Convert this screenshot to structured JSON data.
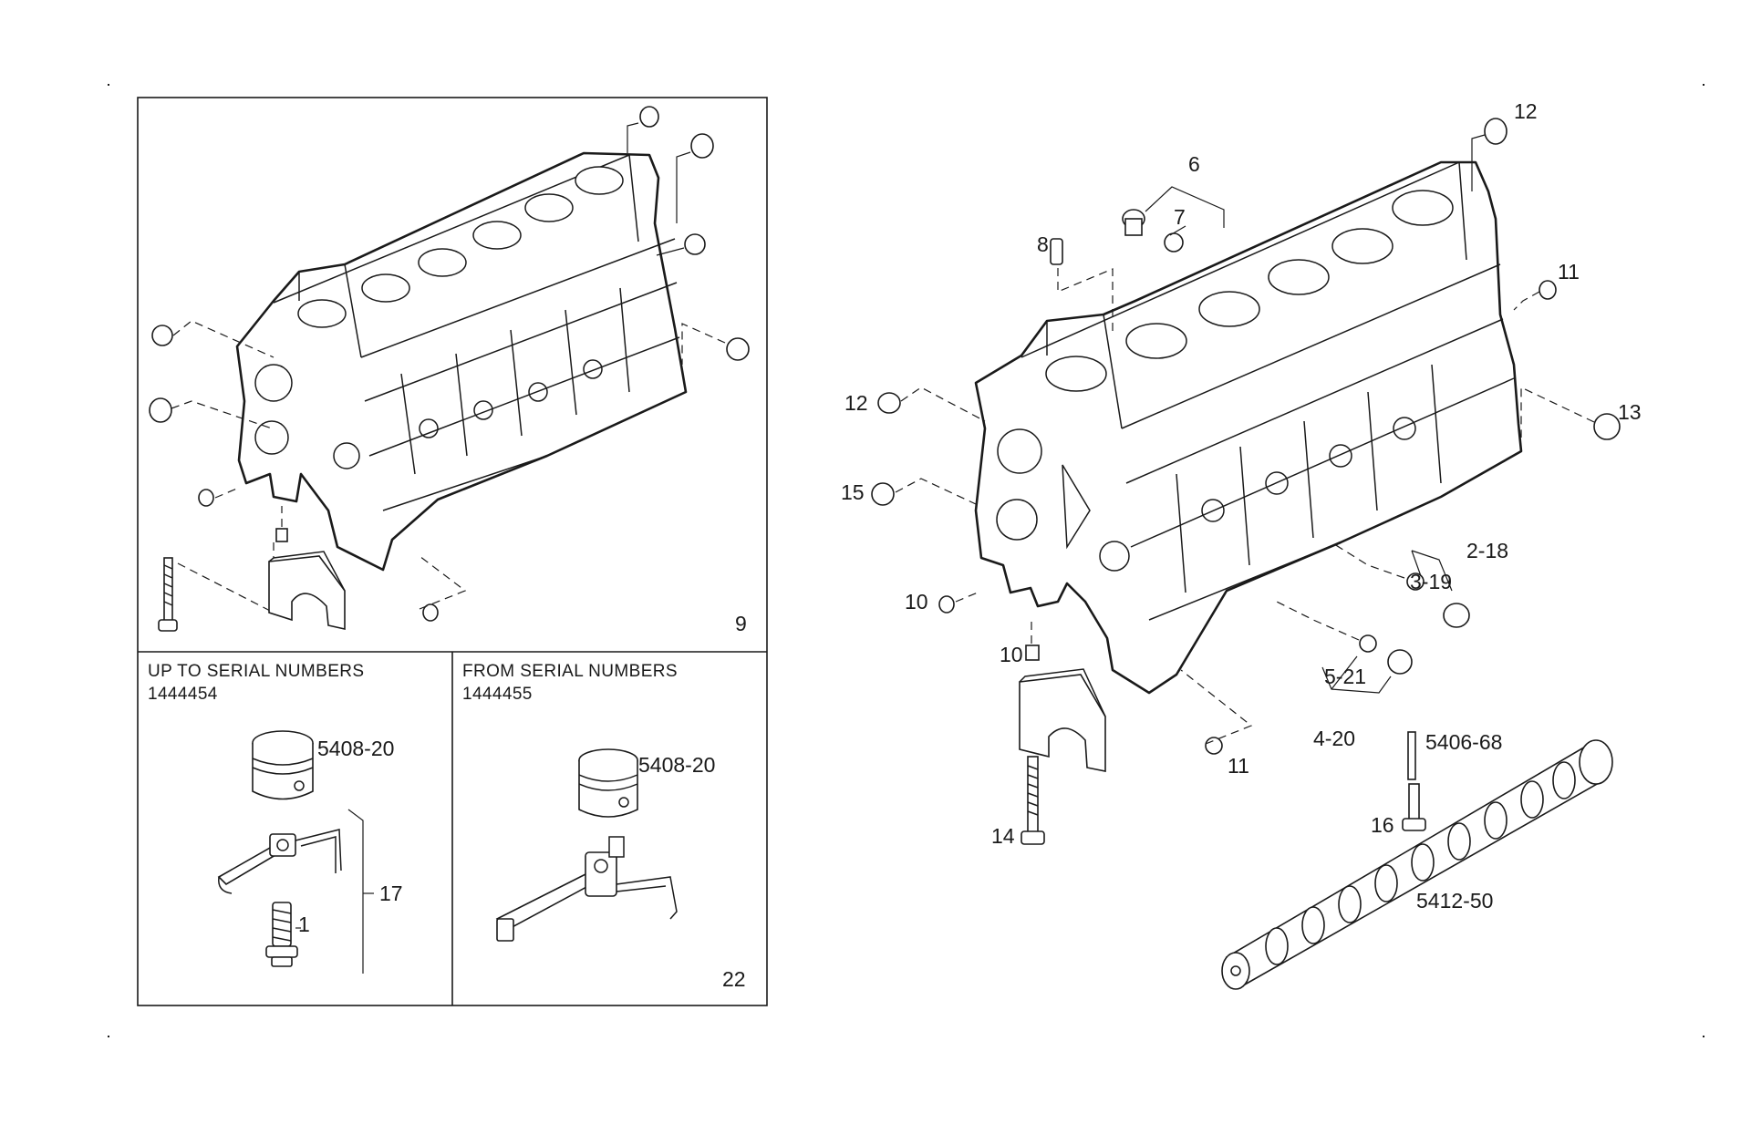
{
  "left_diagram": {
    "main_ref": "9",
    "section_up_to": {
      "title": "UP TO SERIAL NUMBERS",
      "serial": "1444454",
      "piston_ref": "5408-20",
      "group_ref": "17",
      "bolt_ref": "1"
    },
    "section_from": {
      "title": "FROM SERIAL NUMBERS",
      "serial": "1444455",
      "piston_ref": "5408-20",
      "panel_ref": "22"
    }
  },
  "right_diagram": {
    "callouts": {
      "c12a": "12",
      "c6": "6",
      "c7": "7",
      "c8": "8",
      "c11a": "11",
      "c12b": "12",
      "c13": "13",
      "c15": "15",
      "c218": "2-18",
      "c319": "3-19",
      "c10a": "10",
      "c10b": "10",
      "c521": "5-21",
      "c420": "4-20",
      "c11b": "11",
      "c540668": "5406-68",
      "c14": "14",
      "c16": "16",
      "c541250": "5412-50"
    }
  }
}
